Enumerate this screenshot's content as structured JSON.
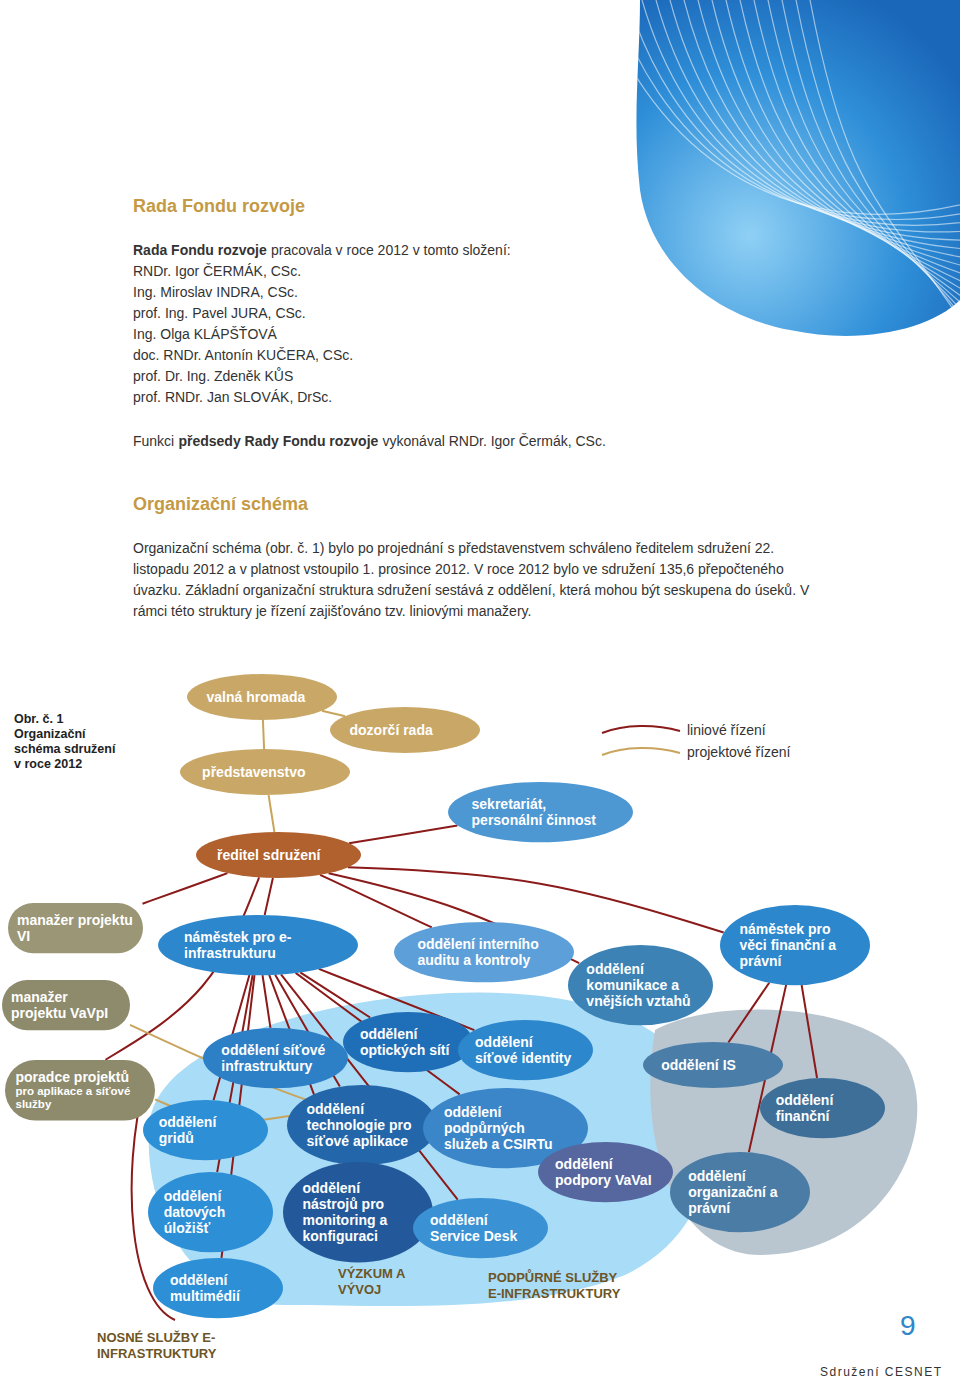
{
  "diagram": {
    "title": "Organizační schéma",
    "caption": "Obr. č. 1 Organizační schéma sdružení v roce 2012",
    "nodes": [
      {
        "text": [
          "valná hromada"
        ]
      },
      {
        "text": [
          "dozorčí rada"
        ]
      },
      {
        "text": [
          "představenstvo"
        ]
      },
      {
        "text": [
          "sekretariát, personální činnost"
        ]
      },
      {
        "text": [
          "ředitel sdružení"
        ]
      },
      {
        "text": [
          "manažer projektu VI"
        ]
      },
      {
        "text": [
          "manažer projektu VaVpI"
        ]
      },
      {
        "text": [
          "poradce projektů",
          "pro aplikace a síťové služby"
        ]
      },
      {
        "text": [
          "náměstek pro e-infrastrukturu"
        ]
      },
      {
        "text": [
          "oddělení interního auditu a kontroly"
        ]
      },
      {
        "text": [
          "oddělení komunikace a vnějších vztahů"
        ]
      },
      {
        "text": [
          "náměstek pro věci finanční a právní"
        ]
      },
      {
        "text": [
          "oddělení síťové infrastruktury"
        ]
      },
      {
        "text": [
          "oddělení optických sítí"
        ]
      },
      {
        "text": [
          "oddělení síťové identity"
        ]
      },
      {
        "text": [
          "oddělení gridů"
        ]
      },
      {
        "text": [
          "oddělení technologie pro síťové aplikace"
        ]
      },
      {
        "text": [
          "oddělení podpůrných služeb a CSIRTu"
        ]
      },
      {
        "text": [
          "oddělení podpory VaVaI"
        ]
      },
      {
        "text": [
          "oddělení IS"
        ]
      },
      {
        "text": [
          "oddělení finanční"
        ]
      },
      {
        "text": [
          "oddělení datových úložišť"
        ]
      },
      {
        "text": [
          "oddělení nástrojů pro monitoring a konfiguraci"
        ]
      },
      {
        "text": [
          "oddělení Service Desk"
        ]
      },
      {
        "text": [
          "oddělení organizační a právní"
        ]
      },
      {
        "text": [
          "oddělení multimédií"
        ]
      }
    ],
    "edges": [
      {
        "from": 0,
        "to": 1,
        "arrow": "none"
      },
      {
        "from": 0,
        "to": 2,
        "arrow": "none"
      },
      {
        "from": 2,
        "to": 4,
        "arrow": "none"
      },
      {
        "from": 4,
        "to": 3,
        "arrow": "none"
      },
      {
        "from": 4,
        "to": 5,
        "arrow": "none"
      },
      {
        "from": 4,
        "to": 7,
        "arrow": "none"
      },
      {
        "from": 4,
        "to": 8,
        "arrow": "none"
      },
      {
        "from": 4,
        "to": 9,
        "arrow": "none"
      },
      {
        "from": 4,
        "to": 10,
        "arrow": "none"
      },
      {
        "from": 4,
        "to": 11,
        "arrow": "none"
      },
      {
        "from": 8,
        "to": 12,
        "arrow": "none"
      },
      {
        "from": 8,
        "to": 13,
        "arrow": "none"
      },
      {
        "from": 8,
        "to": 14,
        "arrow": "none"
      },
      {
        "from": 8,
        "to": 15,
        "arrow": "none"
      },
      {
        "from": 8,
        "to": 16,
        "arrow": "none"
      },
      {
        "from": 8,
        "to": 17,
        "arrow": "none"
      },
      {
        "from": 8,
        "to": 21,
        "arrow": "none"
      },
      {
        "from": 8,
        "to": 22,
        "arrow": "none"
      },
      {
        "from": 8,
        "to": 23,
        "arrow": "none"
      },
      {
        "from": 8,
        "to": 25,
        "arrow": "none"
      },
      {
        "from": 11,
        "to": 19,
        "arrow": "none"
      },
      {
        "from": 11,
        "to": 20,
        "arrow": "none"
      },
      {
        "from": 11,
        "to": 24,
        "arrow": "none"
      },
      {
        "from": 6,
        "to": 18,
        "arrow": "none"
      },
      {
        "from": 7,
        "to": 16,
        "arrow": "none"
      }
    ],
    "labels": [
      "Rada Fondu rozvoje",
      "Rada Fondu rozvoje",
      "pracovala v roce 2012 v tomto složení:",
      "RNDr. Igor ČERMÁK, CSc.",
      "Ing. Miroslav INDRA, CSc.",
      "prof. Ing. Pavel JURA, CSc.",
      "Ing. Olga KLÁPŠŤOVÁ",
      "doc. RNDr. Antonín KUČERA, CSc.",
      "prof. Dr. Ing. Zdeněk KŮS",
      "prof. RNDr. Jan SLOVÁK, DrSc.",
      "Funkci",
      "předsedy Rady Fondu rozvoje",
      "vykonával RNDr. Igor Čermák, CSc.",
      "Organizační schéma (obr. č. 1) bylo po projednání s představenstvem schváleno ředitelem sdružení 22. listopadu 2012 a v platnost vstoupilo 1. prosince 2012. V roce 2012 bylo ve sdružení 135,6 přepočteného úvazku. Základní organizační struktura sdružení sestává z oddělení, která mohou být seskupena do úseků. V rámci této struktury je řízení zajišťováno tzv. liniovými manažery.",
      "VÝZKUM A VÝVOJ",
      "PODPŮRNÉ SLUŽBY E-INFRASTRUKTURY",
      "NOSNÉ SLUŽBY E-INFRASTRUKTURY",
      "9",
      "Sdružení CESNET"
    ],
    "legend": [
      {
        "text": "liniové řízení"
      },
      {
        "text": "projektové řízení"
      }
    ]
  }
}
